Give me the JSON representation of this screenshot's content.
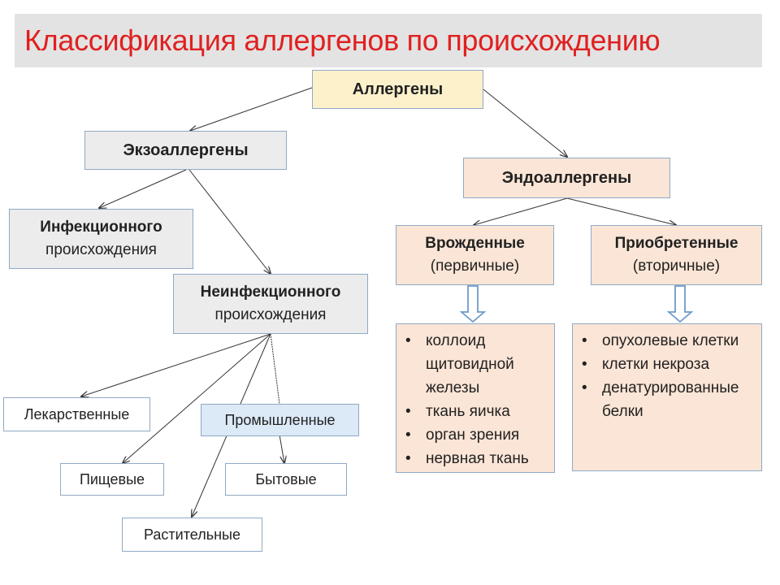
{
  "title": "Классификация аллергенов по происхождению",
  "root": "Аллергены",
  "exo": {
    "label": "Экзоаллергены",
    "infectious": {
      "line1": "Инфекционного",
      "line2": "происхождения"
    },
    "noninfectious": {
      "line1": "Неинфекционного",
      "line2": "происхождения"
    },
    "leaves": {
      "medicinal": "Лекарственные",
      "industrial": "Промышленные",
      "food": "Пищевые",
      "household": "Бытовые",
      "plant": "Растительные"
    }
  },
  "endo": {
    "label": "Эндоаллергены",
    "congenital": {
      "line1": "Врожденные",
      "line2": "(первичные)",
      "items": [
        "коллоид щитовидной железы",
        "ткань яичка",
        "орган зрения",
        "нервная ткань"
      ]
    },
    "acquired": {
      "line1": "Приобретенные",
      "line2": "(вторичные)",
      "items": [
        "опухолевые клетки",
        "клетки некроза",
        "денатурированные белки"
      ]
    }
  },
  "colors": {
    "title": "#e02020",
    "border": "#8fa9c4",
    "peach": "#fbe5d6",
    "grey": "#ececec",
    "yellow": "#fdf1cc",
    "blue": "#dce9f7"
  }
}
